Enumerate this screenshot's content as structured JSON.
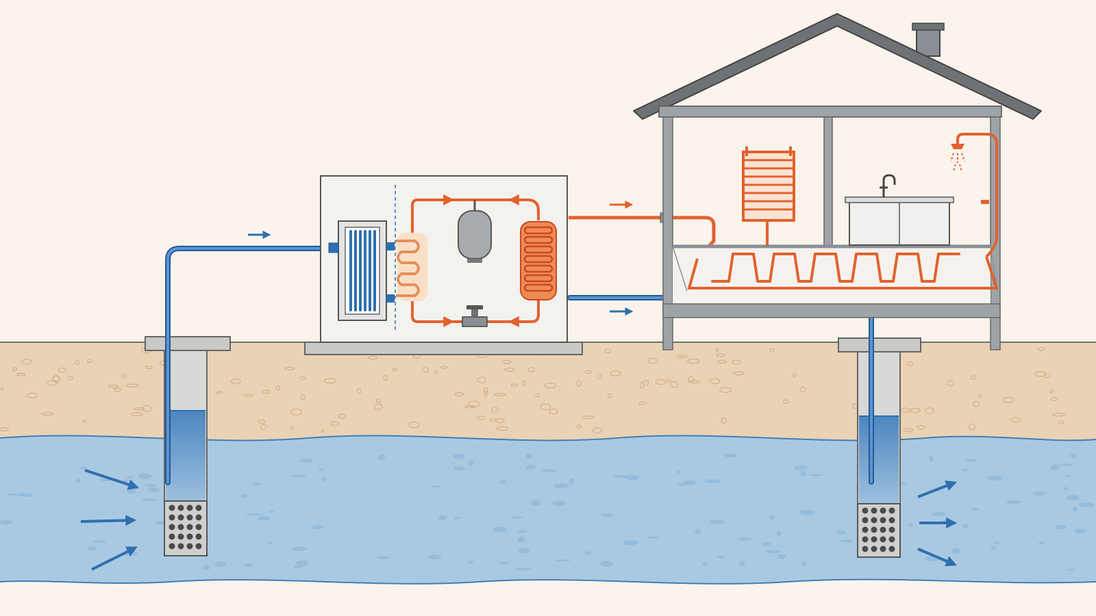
{
  "diagram": {
    "components": [
      "extraction-well",
      "injection-well",
      "groundwater-aquifer",
      "soil-layer",
      "heat-pump-unit",
      "plate-heat-exchanger",
      "evaporator",
      "compressor",
      "condenser",
      "expansion-valve",
      "house",
      "radiator",
      "shower",
      "sink-cabinet",
      "underfloor-heating-loop"
    ],
    "flow_arrows": [
      "supply-arrow",
      "hot-output-arrow",
      "return-arrow",
      "refrigerant-arrow-top-left",
      "refrigerant-arrow-top-right",
      "refrigerant-arrow-bottom-left",
      "refrigerant-arrow-bottom-right",
      "groundwater-inflow-arrow",
      "groundwater-outflow-arrow"
    ]
  },
  "colors": {
    "background": "#fbf4ec",
    "soil": "#ead2b5",
    "groundwater": "#a9c9e2",
    "water_pipe": "#2f6fae",
    "hot_pipe": "#e2622d",
    "structure": "#8a8f96",
    "roof": "#6e7276"
  },
  "icons": [
    "arrow-right-icon",
    "shower-head-icon",
    "faucet-icon",
    "well-screen-icon",
    "compressor-tank-icon",
    "valve-icon"
  ]
}
